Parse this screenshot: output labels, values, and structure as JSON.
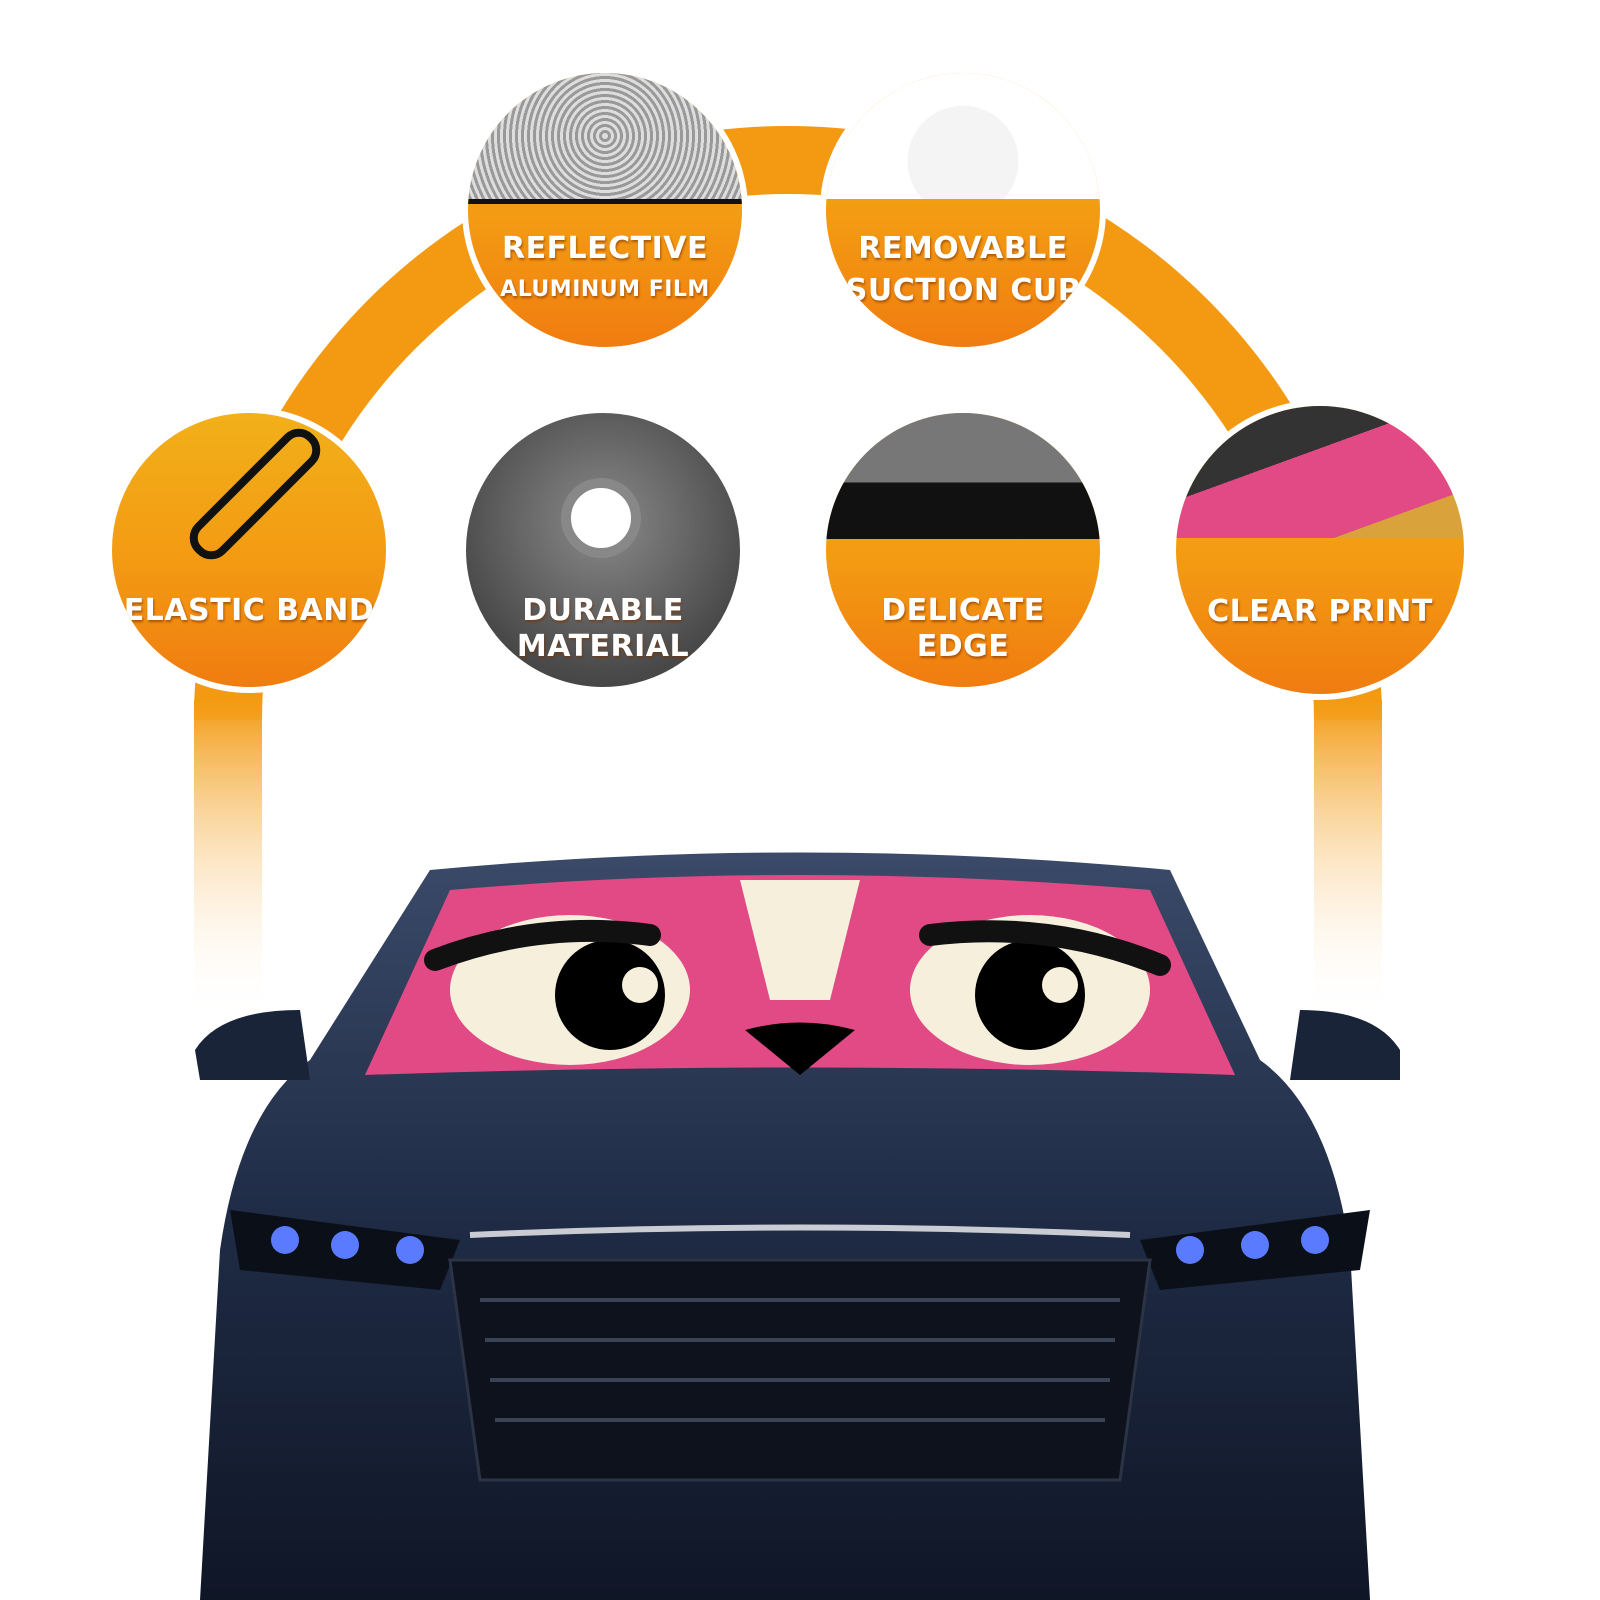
{
  "features": [
    {
      "id": "reflective",
      "title": "REFLECTIVE",
      "subtitle": "ALUMINUM FILM",
      "photo": "aluminum-film-icon"
    },
    {
      "id": "suction",
      "title": "REMOVABLE",
      "subtitle": "SUCTION CUP",
      "photo": "suction-cup-icon"
    },
    {
      "id": "elastic",
      "title": "ELASTIC BAND",
      "photo": "elastic-band-icon"
    },
    {
      "id": "durable",
      "title": "DURABLE",
      "subtitle": "MATERIAL",
      "photo": "bubble-material-icon"
    },
    {
      "id": "edge",
      "title": "DELICATE",
      "subtitle": "EDGE",
      "photo": "stitched-edge-icon"
    },
    {
      "id": "print",
      "title": "CLEAR PRINT",
      "photo": "printer-icon"
    }
  ],
  "colors": {
    "orange": "#f39a12",
    "pink": "#e24a86",
    "navy": "#1f2b45",
    "cream": "#f6efdc"
  }
}
